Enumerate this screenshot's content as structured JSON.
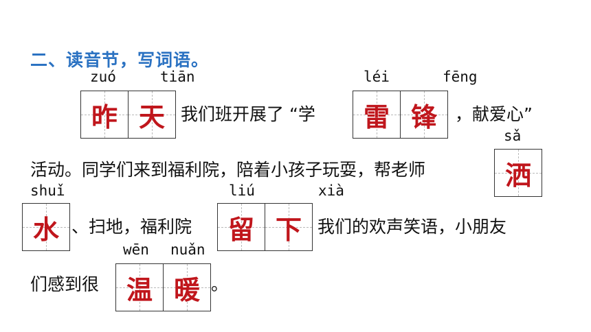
{
  "heading": "二、读音节，写词语。",
  "line1": {
    "text_mid": "我们班开展了 “学",
    "text_end": "，献爱心”"
  },
  "line2": {
    "text": "活动。同学们来到福利院，陪着小孩子玩耍，帮老师"
  },
  "line3": {
    "text_mid": "、扫地，福利院",
    "text_end": "我们的欢声笑语，小朋友"
  },
  "line4": {
    "text": "们感到很",
    "text_end": "。"
  },
  "words": [
    {
      "pinyin": [
        "zuó",
        "tiān"
      ],
      "chars": [
        "昨",
        "天"
      ]
    },
    {
      "pinyin": [
        "léi",
        "fēng"
      ],
      "chars": [
        "雷",
        "锋"
      ]
    },
    {
      "pinyin": [
        "sǎ"
      ],
      "chars": [
        "洒"
      ]
    },
    {
      "pinyin": [
        "shuǐ"
      ],
      "chars": [
        "水"
      ]
    },
    {
      "pinyin": [
        "liú",
        "xià"
      ],
      "chars": [
        "留",
        "下"
      ]
    },
    {
      "pinyin": [
        "wēn",
        "nuǎn"
      ],
      "chars": [
        "温",
        "暖"
      ]
    }
  ],
  "colors": {
    "heading": "#2b72c2",
    "answer": "#c0161c",
    "text": "#111111"
  }
}
